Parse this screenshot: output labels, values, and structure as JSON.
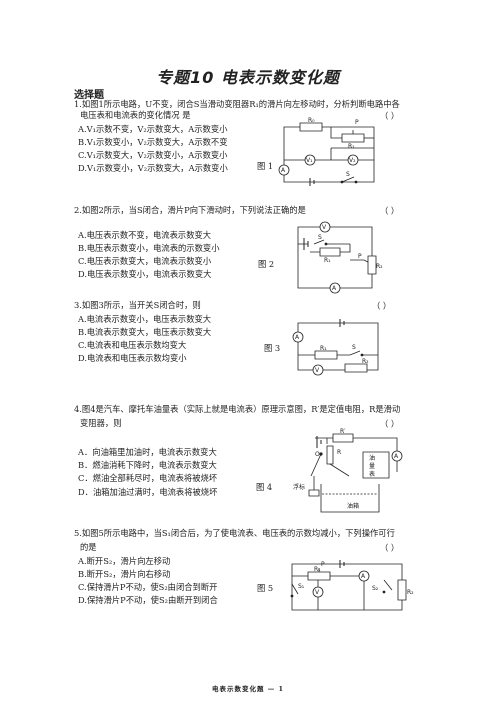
{
  "title": "专题10   电表示数变化题",
  "section": "选择题",
  "paren": "（      ）",
  "q1": {
    "stem1": "1.如图1所示电路，U不变，闭合S当滑动变阻器R₁的滑片向左移动时，分析判断电路中各",
    "stem2": "电压表和电流表的变化情况  是",
    "options": [
      "A.V₁示数不变，V₂示数变大，A示数变小",
      "B.V₁示数变小，V₂示数变大，A示数不变",
      "C.V₁示数变大，V₂示数变小，A示数变小",
      "D.V₁示数变小，V₂示数变大，A示数变小"
    ],
    "fig": "图 1",
    "labels": {
      "r0": "R₀",
      "p": "P",
      "r1": "R₁",
      "v1": "V₁",
      "v2": "V₂",
      "a": "A",
      "s": "S"
    }
  },
  "q2": {
    "stem": "2.如图2所示，当S闭合，滑片P向下滑动时，下列说法正确的是",
    "options": [
      "A.电压表示数不变，电流表示数变大",
      "B.电压表示数变小，电流表的示数变小",
      "C.电压表示数变大，电流表示数变小",
      "D.电压表示数变小，电流表示数变大"
    ],
    "fig": "图 2",
    "labels": {
      "v": "V",
      "s": "S",
      "r1": "R₁",
      "p": "P",
      "r2": "R₂",
      "a": "A"
    }
  },
  "q3": {
    "stem": "3.如图3所示，当开关S闭合时，则",
    "options": [
      "A.电流表示数变小，电压表示数变大",
      "B.电流表示数变大，电压表示数变大",
      "C.电流表和电压表示数均变大",
      "D.电流表和电压表示数均变小"
    ],
    "fig": "图 3",
    "labels": {
      "a": "A",
      "s": "S",
      "r1": "R₁",
      "r2": "R₂",
      "v": "V"
    }
  },
  "q4": {
    "stem1": "4.图4是汽车、摩托车油量表（实际上就是电流表）原理示意图，R′是定值电阻，R是滑动",
    "stem2": "变阻器，则",
    "options": [
      "A．向油箱里加油时，电流表示数变大",
      "B．燃油消耗下降时，电流表示数变大",
      "C．燃油全部耗尽时，电流表将被烧坏",
      "D．油箱加油过满时，电流表将被烧坏"
    ],
    "fig": "图 4",
    "labels": {
      "rp": "R′",
      "o": "O",
      "r": "R",
      "float": "浮标",
      "tank": "油箱",
      "gauge1": "油",
      "gauge2": "量",
      "gauge3": "表",
      "a": "A"
    }
  },
  "q5": {
    "stem1": "5.如图5所示电路中，当S₁闭合后，为了使电流表、电压表的示数均减小，下列操作可行",
    "stem2": "的是",
    "options": [
      "A.断开S₂，滑片向左移动",
      "B.断开S₂，滑片向右移动",
      "C.保持滑片P不动，使S₂由闭合到断开",
      "D.保持滑片P不动，使S₂由断开到闭合"
    ],
    "fig": "图 5",
    "labels": {
      "r1": "R₁",
      "p": "P",
      "a": "A",
      "s1": "S₁",
      "v": "V",
      "s2": "S₂",
      "r2": "R₂"
    }
  },
  "footer": "电表示数变化题 —  1"
}
